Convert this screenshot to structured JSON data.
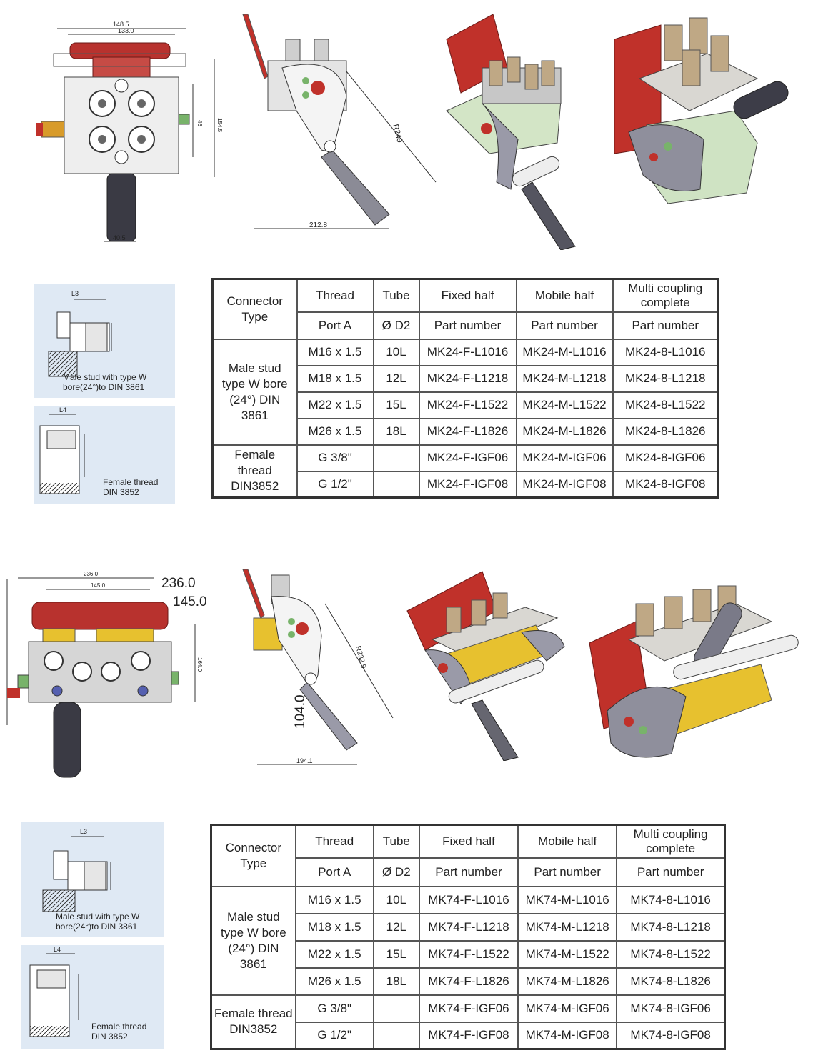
{
  "section1": {
    "drawing": {
      "dims": {
        "d1": "148.5",
        "d2": "133.0",
        "d3": "46",
        "d4": "154.5",
        "d5": "40.5",
        "side_radius": "R249",
        "side_width": "212.8"
      }
    },
    "thumbs": {
      "male_caption": "Male stud with type W bore(24°)to DIN 3861",
      "female_caption": "Female thread DIN 3852",
      "male_dim_label": "L3",
      "female_dim_label": "L4"
    },
    "table": {
      "header": {
        "connector_type": "Connector Type",
        "thread": "Thread",
        "tube": "Tube",
        "fixed_half": "Fixed half",
        "mobile_half": "Mobile half",
        "multi_coupling": "Multi coupling complete",
        "port_a": "Port A",
        "d2": "Ø D2",
        "part_number_fixed": "Part number",
        "part_number_mobile": "Part number",
        "part_number_multi": "Part number"
      },
      "group1_label": "Male stud type W bore (24°) DIN 3861",
      "group2_label": "Female thread DIN3852",
      "rows": [
        {
          "thread": "M16 x 1.5",
          "tube": "10L",
          "fixed": "MK24-F-L1016",
          "mobile": "MK24-M-L1016",
          "multi": "MK24-8-L1016"
        },
        {
          "thread": "M18 x 1.5",
          "tube": "12L",
          "fixed": "MK24-F-L1218",
          "mobile": "MK24-M-L1218",
          "multi": "MK24-8-L1218"
        },
        {
          "thread": "M22 x 1.5",
          "tube": "15L",
          "fixed": "MK24-F-L1522",
          "mobile": "MK24-M-L1522",
          "multi": "MK24-8-L1522"
        },
        {
          "thread": "M26 x 1.5",
          "tube": "18L",
          "fixed": "MK24-F-L1826",
          "mobile": "MK24-M-L1826",
          "multi": "MK24-8-L1826"
        },
        {
          "thread": "G 3/8\"",
          "tube": "",
          "fixed": "MK24-F-IGF06",
          "mobile": "MK24-M-IGF06",
          "multi": "MK24-8-IGF06"
        },
        {
          "thread": "G 1/2\"",
          "tube": "",
          "fixed": "MK24-F-IGF08",
          "mobile": "MK24-M-IGF08",
          "multi": "MK24-8-IGF08"
        }
      ]
    }
  },
  "section2": {
    "drawing": {
      "dims": {
        "d1": "236.0",
        "d2": "145.0",
        "d1_large": "236.0",
        "d2_large": "145.0",
        "d3": "164.0",
        "side_radius": "R232.9",
        "side_height": "104.0",
        "side_width": "194.1"
      }
    },
    "thumbs": {
      "male_caption": "Male stud with type W bore(24°)to DIN 3861",
      "female_caption": "Female thread DIN 3852",
      "male_dim_label": "L3",
      "female_dim_label": "L4"
    },
    "table": {
      "header": {
        "connector_type": "Connector Type",
        "thread": "Thread",
        "tube": "Tube",
        "fixed_half": "Fixed half",
        "mobile_half": "Mobile half",
        "multi_coupling": "Multi coupling complete",
        "port_a": "Port A",
        "d2": "Ø D2",
        "part_number_fixed": "Part number",
        "part_number_mobile": "Part number",
        "part_number_multi": "Part number"
      },
      "group1_label": "Male stud type W bore (24°) DIN 3861",
      "group2_label": "Female thread DIN3852",
      "rows": [
        {
          "thread": "M16 x 1.5",
          "tube": "10L",
          "fixed": "MK74-F-L1016",
          "mobile": "MK74-M-L1016",
          "multi": "MK74-8-L1016"
        },
        {
          "thread": "M18 x 1.5",
          "tube": "12L",
          "fixed": "MK74-F-L1218",
          "mobile": "MK74-M-L1218",
          "multi": "MK74-8-L1218"
        },
        {
          "thread": "M22 x 1.5",
          "tube": "15L",
          "fixed": "MK74-F-L1522",
          "mobile": "MK74-M-L1522",
          "multi": "MK74-8-L1522"
        },
        {
          "thread": "M26 x 1.5",
          "tube": "18L",
          "fixed": "MK74-F-L1826",
          "mobile": "MK74-M-L1826",
          "multi": "MK74-8-L1826"
        },
        {
          "thread": "G 3/8\"",
          "tube": "",
          "fixed": "MK74-F-IGF06",
          "mobile": "MK74-M-IGF06",
          "multi": "MK74-8-IGF06"
        },
        {
          "thread": "G 1/2\"",
          "tube": "",
          "fixed": "MK74-F-IGF08",
          "mobile": "MK74-M-IGF08",
          "multi": "MK74-8-IGF08"
        }
      ]
    }
  },
  "colors": {
    "handle_red": "#b8322e",
    "body_grey": "#b9b9b9",
    "body_green": "#cfe3c3",
    "body_yellow": "#e7c12f",
    "thumb_bg": "#dfe9f4"
  }
}
